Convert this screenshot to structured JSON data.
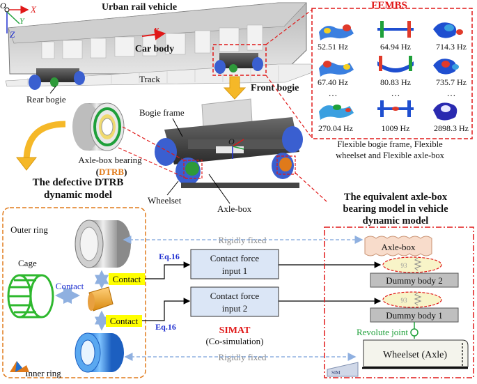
{
  "vehicle": {
    "title": "Urban rail vehicle",
    "car_body": "Car body",
    "velocity": "v",
    "track": "Track",
    "rear_bogie": "Rear bogie",
    "front_bogie": "Front bogie",
    "origin": "O",
    "axis_x": "X",
    "axis_y": "Y",
    "axis_z": "Z"
  },
  "fembs": {
    "title": "FEMBS",
    "freqs": [
      "52.51 Hz",
      "64.94 Hz",
      "714.3 Hz",
      "67.40 Hz",
      "80.83 Hz",
      "735.7 Hz",
      "270.04 Hz",
      "1009 Hz",
      "2898.3 Hz"
    ],
    "ellipsis": "…",
    "caption_line1": "Flexible bogie frame, Flexible",
    "caption_line2": "wheelset and Flexible axle-box"
  },
  "bogie": {
    "bogie_frame": "Bogie frame",
    "wheelset": "Wheelset",
    "axle_box": "Axle-box",
    "origin": "O"
  },
  "bearing": {
    "label": "Axle-box bearing",
    "abbr_open": "(",
    "abbr": "DTRB",
    "abbr_close": ")"
  },
  "defective_model": {
    "title_line1": "The defective DTRB",
    "title_line2": "dynamic model",
    "outer_ring": "Outer ring",
    "cage": "Cage",
    "inner_ring": "Inner ring",
    "contact": "Contact",
    "contact_tag_1": "Contact",
    "contact_tag_2": "Contact"
  },
  "cosim": {
    "eq1": "Eq.16",
    "eq2": "Eq.16",
    "input1_line1": "Contact force",
    "input1_line2": "input 1",
    "input2_line1": "Contact force",
    "input2_line2": "input 2",
    "simat": "SIMAT",
    "simat_sub": "(Co-simulation)",
    "rigid_top": "Rigidly fixed",
    "rigid_bottom": "Rigidly fixed"
  },
  "equivalent_model": {
    "title_line1": "The equivalent axle-box",
    "title_line2": "bearing model in vehicle",
    "title_line3": "dynamic model",
    "axle_box": "Axle-box",
    "dummy2": "Dummy body 2",
    "dummy1": "Dummy body 1",
    "spring1": "93",
    "spring2": "93",
    "revolute": "Revolute joint",
    "wheelset": "Wheelset (Axle)",
    "sim_logo": "SIM"
  },
  "colors": {
    "red": "#e01818",
    "blue": "#1f2fd0",
    "green": "#1fa03a",
    "orange": "#e08a2a",
    "arrow": "#f5b828",
    "box_fill": "#dbe6f6",
    "grey_box": "#bfbfbf",
    "highlight": "#ffff00"
  }
}
